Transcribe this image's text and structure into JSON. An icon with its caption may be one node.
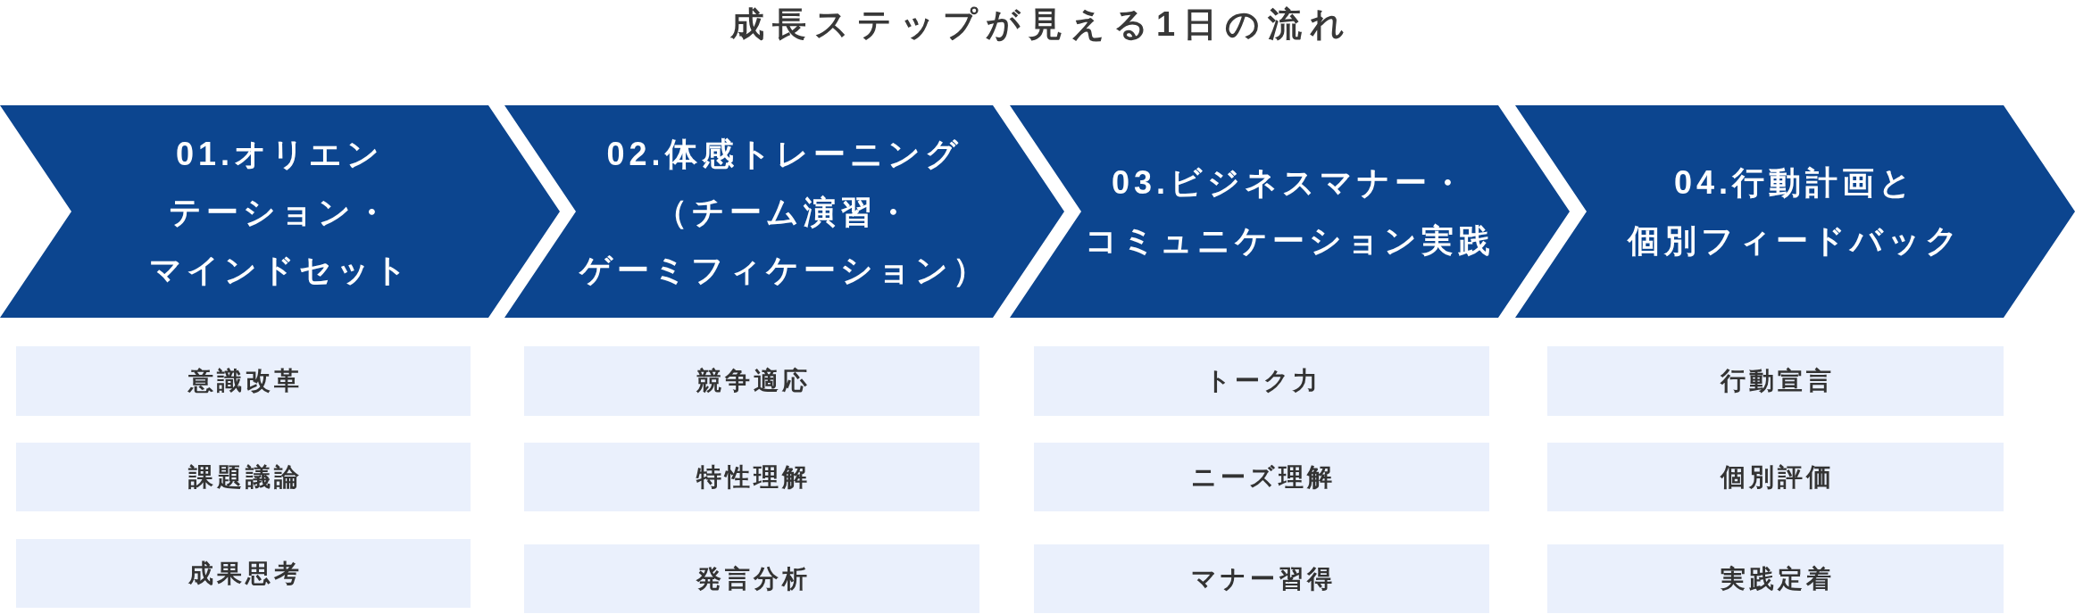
{
  "diagram": {
    "title": "成長ステップが見える1日の流れ",
    "nodes": [
      {
        "text": [
          "01.オリエンテーション・マインドセット"
        ]
      },
      {
        "text": [
          "02.体感トレーニング（チーム演習・ゲーミフィケーション）"
        ]
      },
      {
        "text": [
          "03.ビジネスマナー・コミュニケーション実践"
        ]
      },
      {
        "text": [
          "04.行動計画と個別フィードバック"
        ]
      },
      {
        "text": [
          "意識改革"
        ]
      },
      {
        "text": [
          "競争適応"
        ]
      },
      {
        "text": [
          "トーク力"
        ]
      },
      {
        "text": [
          "行動宣言"
        ]
      },
      {
        "text": [
          "課題議論"
        ]
      },
      {
        "text": [
          "特性理解"
        ]
      },
      {
        "text": [
          "ニーズ理解"
        ]
      },
      {
        "text": [
          "個別評価"
        ]
      },
      {
        "text": [
          "成果思考"
        ]
      },
      {
        "text": [
          "発言分析"
        ]
      },
      {
        "text": [
          "マナー習得"
        ]
      },
      {
        "text": [
          "実践定着"
        ]
      }
    ]
  }
}
